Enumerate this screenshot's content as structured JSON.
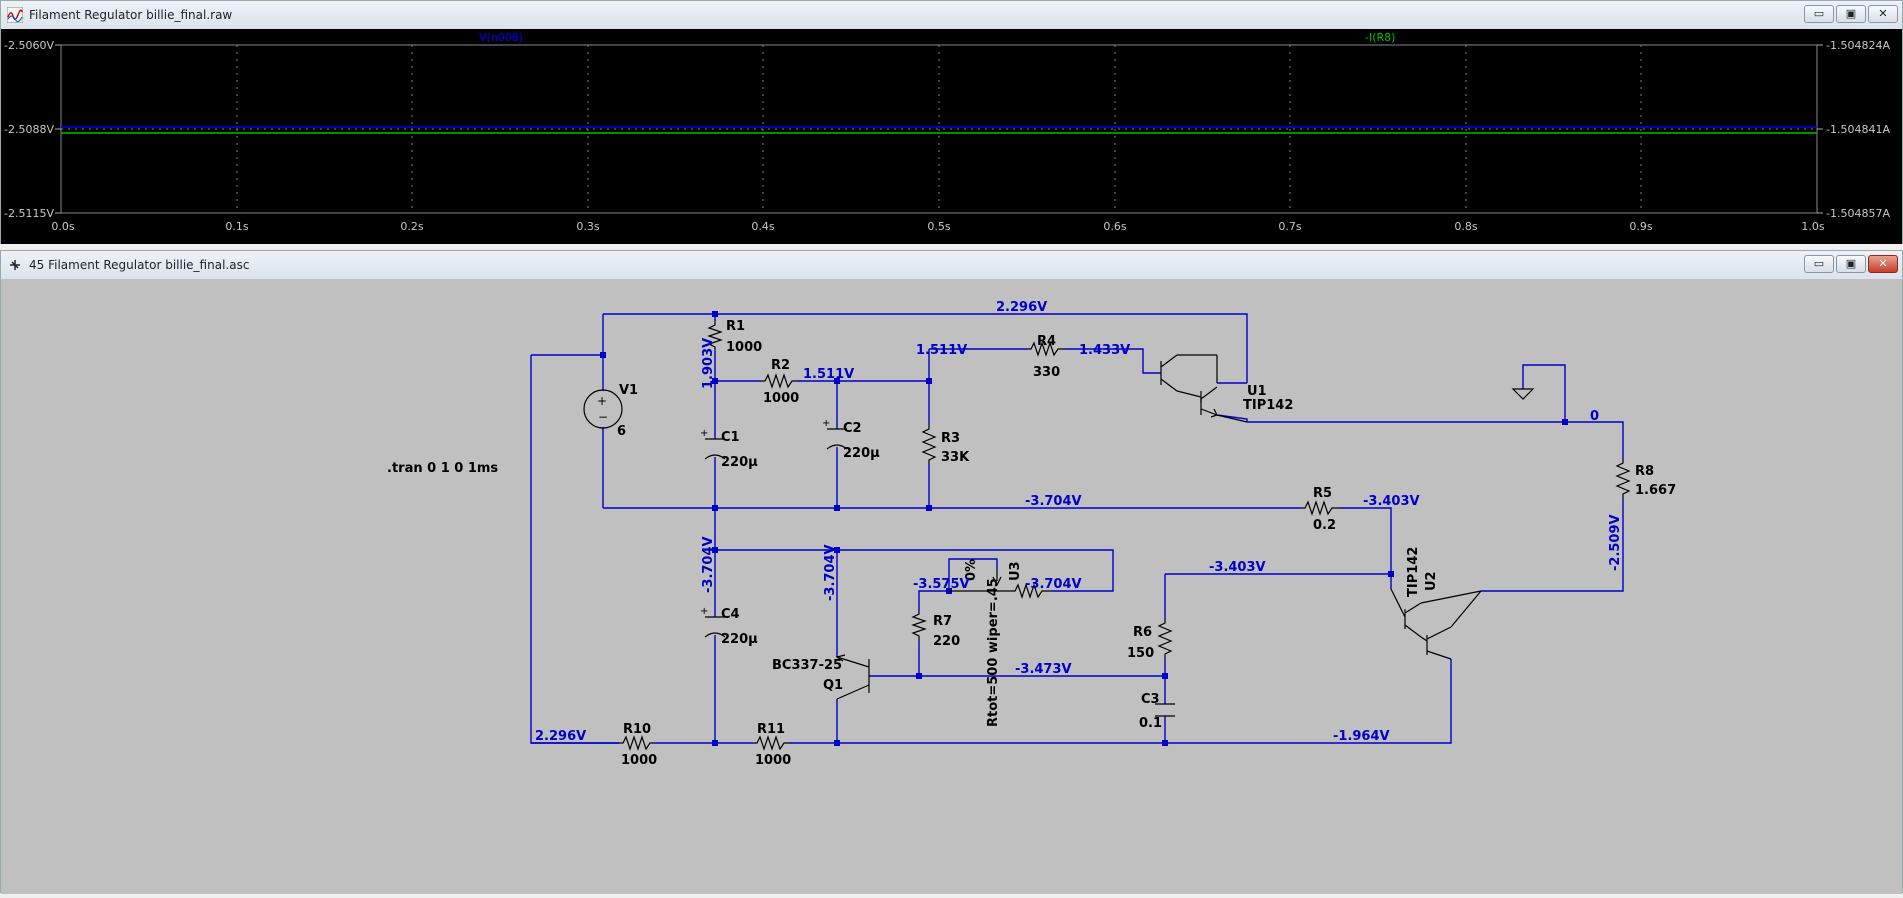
{
  "plot_window": {
    "title": "Filament Regulator billie_final.raw",
    "traces": [
      {
        "name": "V(n008)",
        "color": "#0000ff"
      },
      {
        "name": "-I(R8)",
        "color": "#00c000"
      }
    ],
    "left_axis": [
      "-2.5060V",
      "-2.5088V",
      "-2.5115V"
    ],
    "right_axis": [
      "-1.504824A",
      "-1.504841A",
      "-1.504857A"
    ],
    "x_axis": [
      "0.0s",
      "0.1s",
      "0.2s",
      "0.3s",
      "0.4s",
      "0.5s",
      "0.6s",
      "0.7s",
      "0.8s",
      "0.9s",
      "1.0s"
    ],
    "buttons": {
      "minimize": "▭",
      "restore": "▣",
      "close": "✕"
    }
  },
  "schematic_window": {
    "title": "45 Filament Regulator billie_final.asc",
    "buttons": {
      "minimize": "▭",
      "restore": "▣",
      "close": "✕"
    },
    "directive": ".tran 0 1 0 1ms",
    "components": {
      "r1": {
        "name": "R1",
        "value": "1000"
      },
      "r2": {
        "name": "R2",
        "value": "1000"
      },
      "r3": {
        "name": "R3",
        "value": "33K"
      },
      "r4": {
        "name": "R4",
        "value": "330"
      },
      "r5": {
        "name": "R5",
        "value": "0.2"
      },
      "r6": {
        "name": "R6",
        "value": "150"
      },
      "r7": {
        "name": "R7",
        "value": "220"
      },
      "r8": {
        "name": "R8",
        "value": "1.667"
      },
      "r10": {
        "name": "R10",
        "value": "1000"
      },
      "r11": {
        "name": "R11",
        "value": "1000"
      },
      "c1": {
        "name": "C1",
        "value": "220µ"
      },
      "c2": {
        "name": "C2",
        "value": "220µ"
      },
      "c3": {
        "name": "C3",
        "value": "0.1"
      },
      "c4": {
        "name": "C4",
        "value": "220µ"
      },
      "v1": {
        "name": "V1",
        "value": "6"
      },
      "u1": {
        "name": "U1",
        "value": "TIP142"
      },
      "u2": {
        "name": "U2",
        "value": "TIP142"
      },
      "u3": {
        "name": "U3",
        "value": "Rtot=500 wiper=.45",
        "wiper": "0%"
      },
      "q1": {
        "name": "Q1",
        "value": "BC337-25"
      }
    },
    "node_voltages": {
      "top_rail": "2.296V",
      "r1_bottom": "1.903V",
      "r2_right": "1.511V",
      "r4_left": "1.511V",
      "r4_right": "1.433V",
      "ground_node": "0",
      "mid_rail": "-3.704V",
      "r5_right": "-3.403V",
      "u2_base": "-3.403V",
      "r8_bottom": "-2.509V",
      "c4_top": "-3.704V",
      "q1_collector": "-3.704V",
      "u3_left": "-3.575V",
      "u3_right": "-3.704V",
      "q1_base": "-3.473V",
      "bottom_left": "2.296V",
      "bottom_right": "-1.964V"
    }
  }
}
